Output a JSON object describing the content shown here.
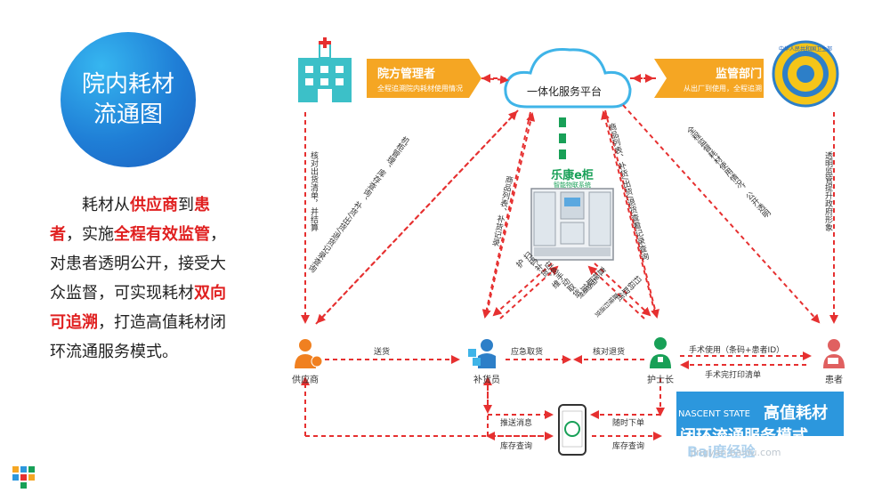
{
  "title": {
    "line1": "院内耗材",
    "line2": "流通图"
  },
  "paragraph": {
    "p1": "耗材从",
    "p2": "供应商",
    "p3": "到",
    "p4": "患者",
    "p5": "，实施",
    "p6": "全程有效监管",
    "p7": "，对患者透明公开，接受大众监督，可实现耗材",
    "p8": "双向可追溯",
    "p9": "，打造高值耗材闭环流通服务模式。"
  },
  "cloud_label": "一体化服务平台",
  "hospital_tag": {
    "title": "院方管理者",
    "sub": "全程追溯院内耗材使用情况"
  },
  "regulator_tag": {
    "title": "监管部门",
    "sub": "从出厂到使用，全程追溯"
  },
  "seal_text": "中华人民共和国卫生部",
  "cabinet": {
    "brand": "乐康e柜",
    "sub": "智能物联系统"
  },
  "nodes": {
    "supplier": "供应商",
    "replenisher": "补货员",
    "nurse": "护士长",
    "patient": "患者"
  },
  "vertical_labels": {
    "check_ship": "核对出货清单，并结算",
    "cabinet_mgmt": "机柜管理、库存查询、补货/出货/退货记录查询",
    "goods_list_left": "商品列表、补货记录",
    "goods_list_right": "商品列表、补货/出货/退货查看记录查询",
    "supervise": "全程监督耗材使用情况，公开透明",
    "transparent": "透明监管提升政府形象",
    "scan_replenish": "扫码补货、维护",
    "emergency_pick": "应急手动取货",
    "direct_pick": "直接取货",
    "scan_return": "扫码退货",
    "scan_pick": "扫码取货",
    "direct_return": "直接扫退货"
  },
  "flow_labels": {
    "deliver": "送货",
    "emergency": "应急取货",
    "check_return": "核对退货",
    "surgery": "手术使用（条码+患者ID）",
    "print_list": "手术完打印清单",
    "push_msg": "推送消息",
    "stock_query_left": "库存查询",
    "order": "随时下单",
    "stock_query_right": "库存查询"
  },
  "watermark": {
    "line1": "NASCENT STATE",
    "line2": "高值耗材",
    "line3": "闭环流通服务模式",
    "logo": "Bai度经验",
    "url": "jingyan.baidu.com"
  },
  "colors": {
    "arrow": "#e63030",
    "blue": "#1f7ed6",
    "orange": "#f5a623",
    "green": "#18a057"
  }
}
